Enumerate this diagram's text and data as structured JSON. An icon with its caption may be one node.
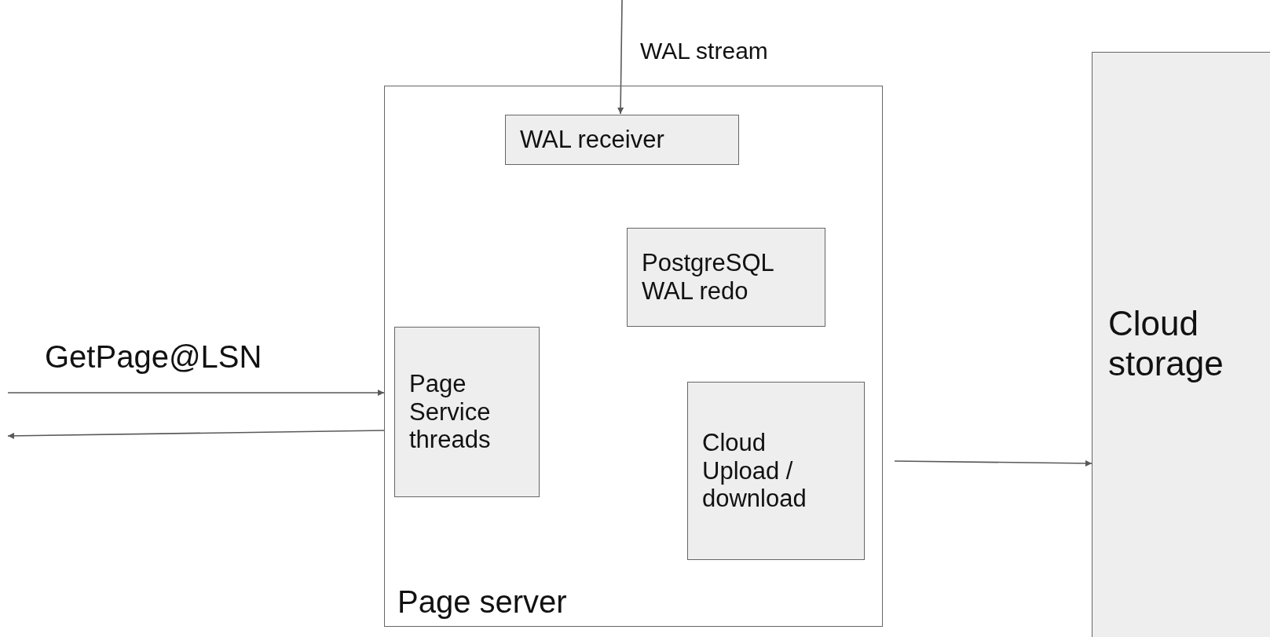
{
  "diagram": {
    "nodes": [
      {
        "text": [
          "Page server"
        ]
      },
      {
        "text": [
          "WAL receiver"
        ],
        "in": 0
      },
      {
        "text": [
          "PostgreSQL WAL redo"
        ],
        "in": 0
      },
      {
        "text": [
          "Page Service threads"
        ],
        "in": 0
      },
      {
        "text": [
          "Cloud Upload / download"
        ],
        "in": 0
      },
      {
        "text": [
          "Cloud storage"
        ]
      }
    ],
    "edges": [
      {
        "from": null,
        "to": 1,
        "arrow": "to",
        "label": "WAL stream"
      },
      {
        "from": null,
        "to": 0,
        "arrow": "to",
        "label": "GetPage@LSN"
      },
      {
        "from": 0,
        "to": null,
        "arrow": "to"
      },
      {
        "from": 0,
        "to": 5,
        "arrow": "to"
      }
    ]
  }
}
